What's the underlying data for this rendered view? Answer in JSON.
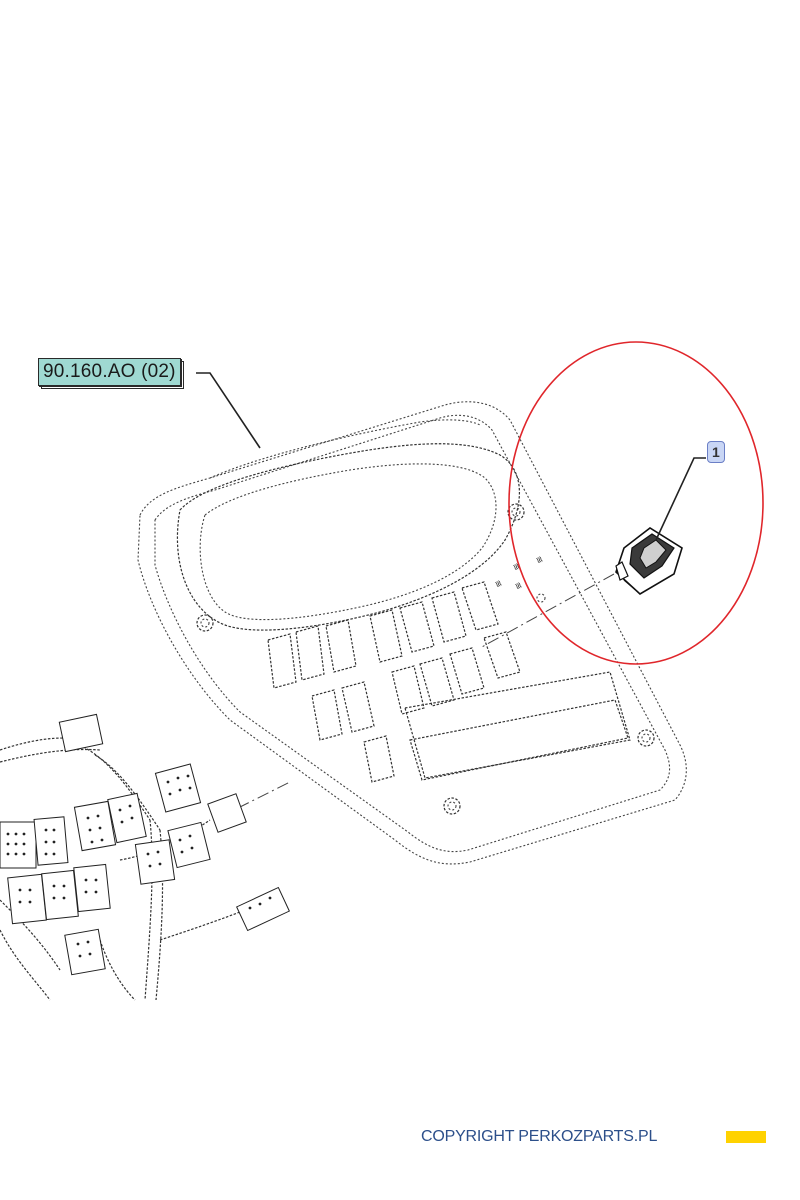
{
  "reference_label": "90.160.AO (02)",
  "callout_number": "1",
  "copyright": "COPYRIGHT PERKOZPARTS.PL",
  "colors": {
    "reference_label_bg": "#9fd9d2",
    "callout_bg": "#c9d6f5",
    "highlight_ellipse": "#e0262b",
    "footer_text": "#2c4f8a",
    "footer_bar": "#ffd200"
  }
}
